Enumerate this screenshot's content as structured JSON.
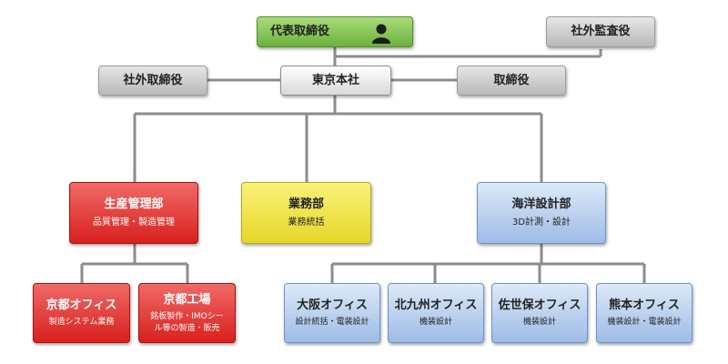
{
  "top": {
    "ceo": "代表取締役",
    "auditor": "社外監査役",
    "outside_director": "社外取締役",
    "head_office": "東京本社",
    "director": "取締役"
  },
  "departments": {
    "production": {
      "name": "生産管理部",
      "desc": "品質管理・製造管理"
    },
    "business": {
      "name": "業務部",
      "desc": "業務統括"
    },
    "marine": {
      "name": "海洋設計部",
      "desc": "3D計測・設計"
    }
  },
  "offices": {
    "kyoto_office": {
      "name": "京都オフィス",
      "desc": "製造システム業務"
    },
    "kyoto_factory": {
      "name": "京都工場",
      "desc_line1": "銘板製作・IMOシー",
      "desc_line2": "ル等の製造・販売"
    },
    "osaka": {
      "name": "大阪オフィス",
      "desc": "設計統括・電装設計"
    },
    "kitakyushu": {
      "name": "北九州オフィス",
      "desc": "機装設計"
    },
    "sasebo": {
      "name": "佐世保オフィス",
      "desc": "機装設計"
    },
    "kumamoto": {
      "name": "熊本オフィス",
      "desc": "機装設計・電装設計"
    }
  },
  "colors": {
    "connector": "#8c8c8c",
    "ceo": "#6bb23c",
    "production": "#d8201d",
    "business": "#e6d628",
    "marine": "#9dbce6",
    "neutral": "#b9b9b9"
  }
}
